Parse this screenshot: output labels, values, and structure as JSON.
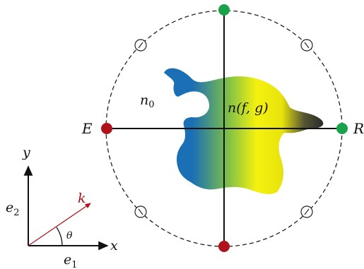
{
  "labels": {
    "E": "E",
    "R": "R",
    "n0": "n",
    "n0_sub": "0",
    "nfg": "n(f, g)",
    "y_axis": "y",
    "x_axis": "x",
    "e2": "e",
    "e2_sub": "2",
    "e1": "e",
    "e1_sub": "1",
    "k": "k",
    "theta": "θ"
  },
  "colors": {
    "red_marker": "#b0121b",
    "green_marker": "#18a24a",
    "k_vector": "#b0121b",
    "gradient_start": "#1b6fb5",
    "gradient_mid": "#2aa77a",
    "gradient_yellow": "#f5f10f",
    "gradient_dark": "#2a2a2a"
  },
  "markers": {
    "filled": [
      {
        "name": "top-marker",
        "color": "green"
      },
      {
        "name": "right-marker",
        "color": "green"
      },
      {
        "name": "left-marker",
        "color": "red"
      },
      {
        "name": "bottom-marker",
        "color": "red"
      }
    ],
    "hollow_count": 4
  }
}
